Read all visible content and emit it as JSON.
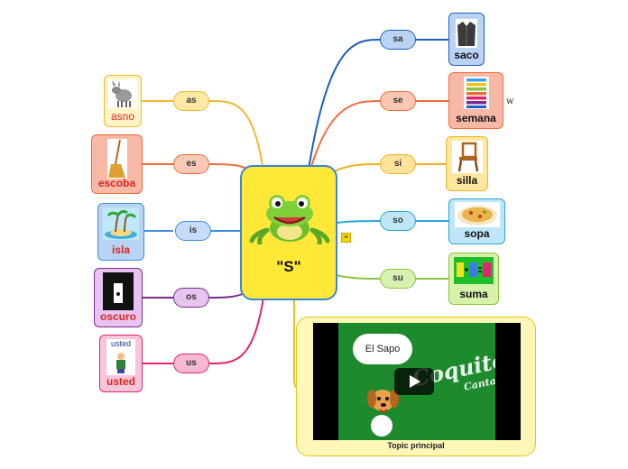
{
  "central": {
    "title": "\"S\"",
    "image": "frog-icon"
  },
  "left_branches": [
    {
      "syllable": "as",
      "word": "asno",
      "icon": "donkey-icon",
      "color": "#f5b82e",
      "fill": "#ffe9a6",
      "card_bg": "#fff4c8",
      "word_color": "#e2262a"
    },
    {
      "syllable": "es",
      "word": "escoba",
      "icon": "broom-icon",
      "color": "#ef6b3a",
      "fill": "#f9c9b5",
      "card_bg": "#f7b8a6",
      "word_color": "#d42a20"
    },
    {
      "syllable": "is",
      "word": "isla",
      "icon": "island-icon",
      "color": "#3f8de0",
      "fill": "#c6dcf7",
      "card_bg": "#b9d3f4",
      "word_color": "#d42a20"
    },
    {
      "syllable": "os",
      "word": "oscuro",
      "icon": "dark-doorway-icon",
      "color": "#7b2b8c",
      "fill": "#e7c4f0",
      "card_bg": "#e8c3f2",
      "word_color": "#d42a20"
    },
    {
      "syllable": "us",
      "word": "usted",
      "icon": "usted-person-icon",
      "color": "#e0246f",
      "fill": "#f7b9d2",
      "card_bg": "#f8c5da",
      "word_color": "#d42a20"
    }
  ],
  "right_branches": [
    {
      "syllable": "sa",
      "word": "saco",
      "icon": "jacket-icon",
      "color": "#1e5fbf",
      "fill": "#bcd4f4",
      "card_bg": "#b9d3f4",
      "word_color": "#111111"
    },
    {
      "syllable": "se",
      "word": "semana",
      "icon": "week-days-icon",
      "color": "#f36b3a",
      "fill": "#f9c7b4",
      "card_bg": "#f7b8a6",
      "word_color": "#111111"
    },
    {
      "syllable": "si",
      "word": "silla",
      "icon": "chair-icon",
      "color": "#f1b21e",
      "fill": "#ffe39a",
      "card_bg": "#ffe7a0",
      "word_color": "#111111"
    },
    {
      "syllable": "so",
      "word": "sopa",
      "icon": "soup-icon",
      "color": "#29a6d8",
      "fill": "#bfe6f5",
      "card_bg": "#bfe6f6",
      "word_color": "#111111"
    },
    {
      "syllable": "su",
      "word": "suma",
      "icon": "addition-icon",
      "color": "#8bc33a",
      "fill": "#d8f0b0",
      "card_bg": "#d7f1ab",
      "word_color": "#111111"
    }
  ],
  "usted_picture_text": "usted",
  "side_mark": "w",
  "video": {
    "caption": "Topic principal",
    "cloud_text": "El Sapo",
    "brand": "Coquito",
    "brand_sub": "Canta",
    "icon": "play-icon"
  },
  "accent_colors": {
    "center_fill": "#ffe838",
    "center_border": "#3a86d8",
    "video_fill": "#fff7b8",
    "video_border": "#e6c21c"
  }
}
